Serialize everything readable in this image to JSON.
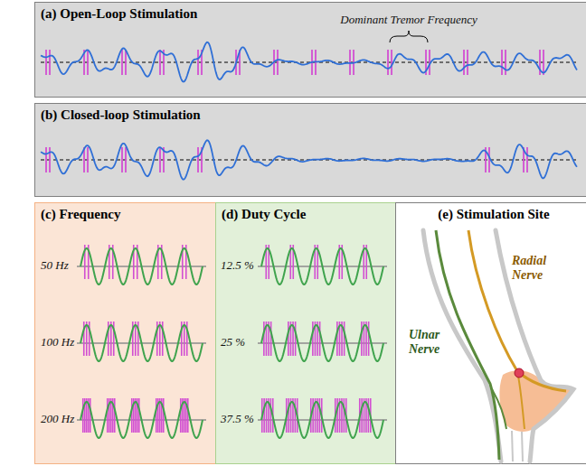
{
  "diagram": {
    "nodes": [
      {
        "text": [
          "(a) Open-Loop Stimulation"
        ]
      },
      {
        "text": [
          "(b) Closed-loop Stimulation"
        ]
      },
      {
        "text": [
          "(c) Frequency"
        ]
      },
      {
        "text": [
          "(d) Duty Cycle"
        ]
      },
      {
        "text": [
          "(e) Stimulation Site"
        ]
      }
    ],
    "labels": [
      "Dominant Tremor Frequency",
      "50 Hz",
      "100 Hz",
      "200 Hz",
      "12.5 %",
      "25 %",
      "37.5 %",
      "Ulnar Nerve",
      "Radial Nerve"
    ]
  }
}
